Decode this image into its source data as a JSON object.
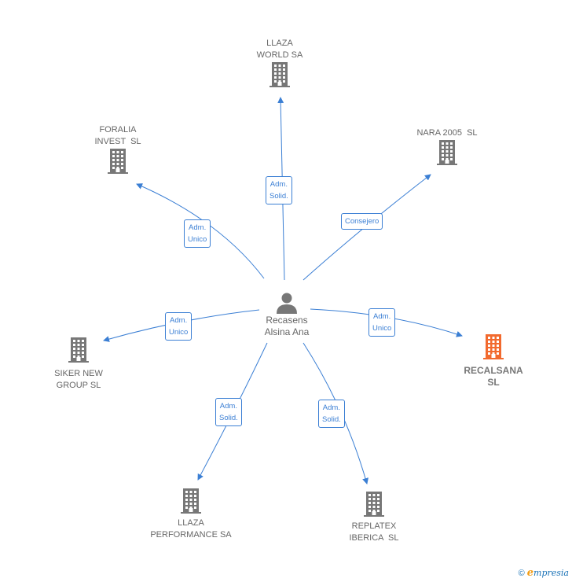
{
  "center": {
    "name": "Recasens\nAlsina Ana",
    "icon": "person-icon"
  },
  "companies": [
    {
      "id": "llaza-world",
      "name": "LLAZA\nWORLD SA",
      "highlight": false,
      "relation": "Adm.\nSolid."
    },
    {
      "id": "foralia",
      "name": "FORALIA\nINVEST  SL",
      "highlight": false,
      "relation": "Adm.\nUnico"
    },
    {
      "id": "nara",
      "name": "NARA 2005  SL",
      "highlight": false,
      "relation": "Consejero"
    },
    {
      "id": "siker",
      "name": "SIKER NEW\nGROUP SL",
      "highlight": false,
      "relation": "Adm.\nUnico"
    },
    {
      "id": "recalsana",
      "name": "RECALSANA\nSL",
      "highlight": true,
      "relation": "Adm.\nUnico"
    },
    {
      "id": "llaza-performance",
      "name": "LLAZA\nPERFORMANCE SA",
      "highlight": false,
      "relation": "Adm.\nSolid."
    },
    {
      "id": "replatex",
      "name": "REPLATEX\nIBERICA  SL",
      "highlight": false,
      "relation": "Adm.\nSolid."
    }
  ],
  "colors": {
    "edge": "#3b7fd4",
    "building": "#777777",
    "highlight_building": "#f26a2e",
    "person": "#777777"
  },
  "footer": {
    "copyright": "©",
    "brand_initial": "e",
    "brand_rest": "mpresia"
  }
}
